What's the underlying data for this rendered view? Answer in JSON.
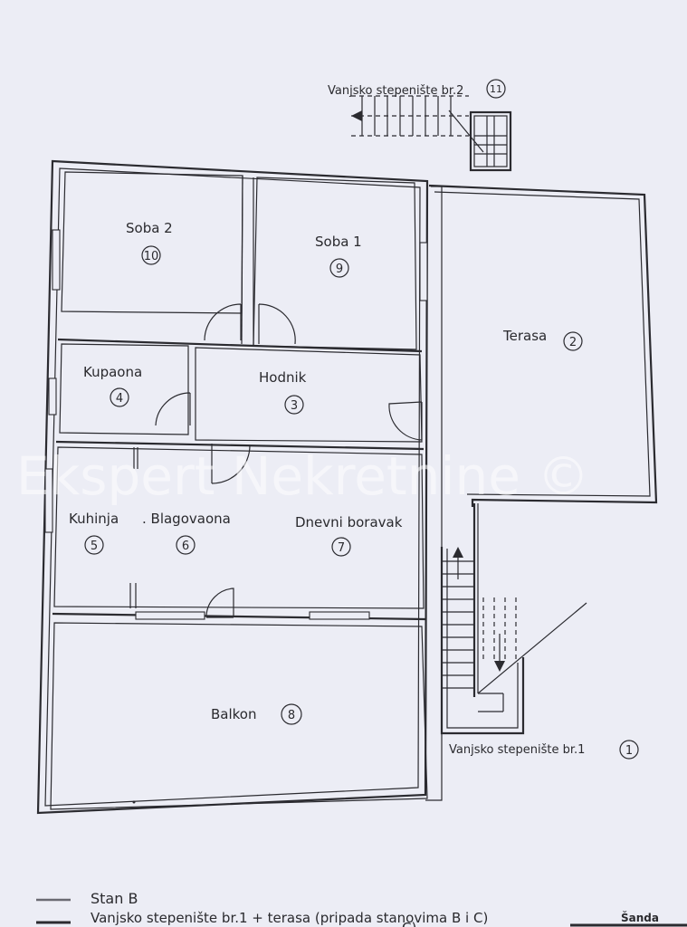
{
  "rooms": {
    "soba2": {
      "label": "Soba 2",
      "num": "10"
    },
    "soba1": {
      "label": "Soba 1",
      "num": "9"
    },
    "terasa": {
      "label": "Terasa",
      "num": "2"
    },
    "kupaona": {
      "label": "Kupaona",
      "num": "4"
    },
    "hodnik": {
      "label": "Hodnik",
      "num": "3"
    },
    "kuhinja": {
      "label": "Kuhinja",
      "num": "5"
    },
    "blagovaona": {
      "label": ". Blagovaona",
      "num": "6"
    },
    "dnevni": {
      "label": "Dnevni boravak",
      "num": "7"
    },
    "balkon": {
      "label": "Balkon",
      "num": "8"
    }
  },
  "stairs": {
    "top": {
      "label": "Vanjsko stepenište br.2",
      "num": "11"
    },
    "bottom": {
      "label": "Vanjsko stepenište br.1",
      "num": "1"
    }
  },
  "watermark": "Ekspert Nekretnine ©",
  "legend": {
    "line1": "Stan B",
    "line2": "Vanjsko stepenište br.1 + terasa (pripada stanovima B i C)",
    "line3_fragment": "C)",
    "side_label": "Šanda"
  }
}
